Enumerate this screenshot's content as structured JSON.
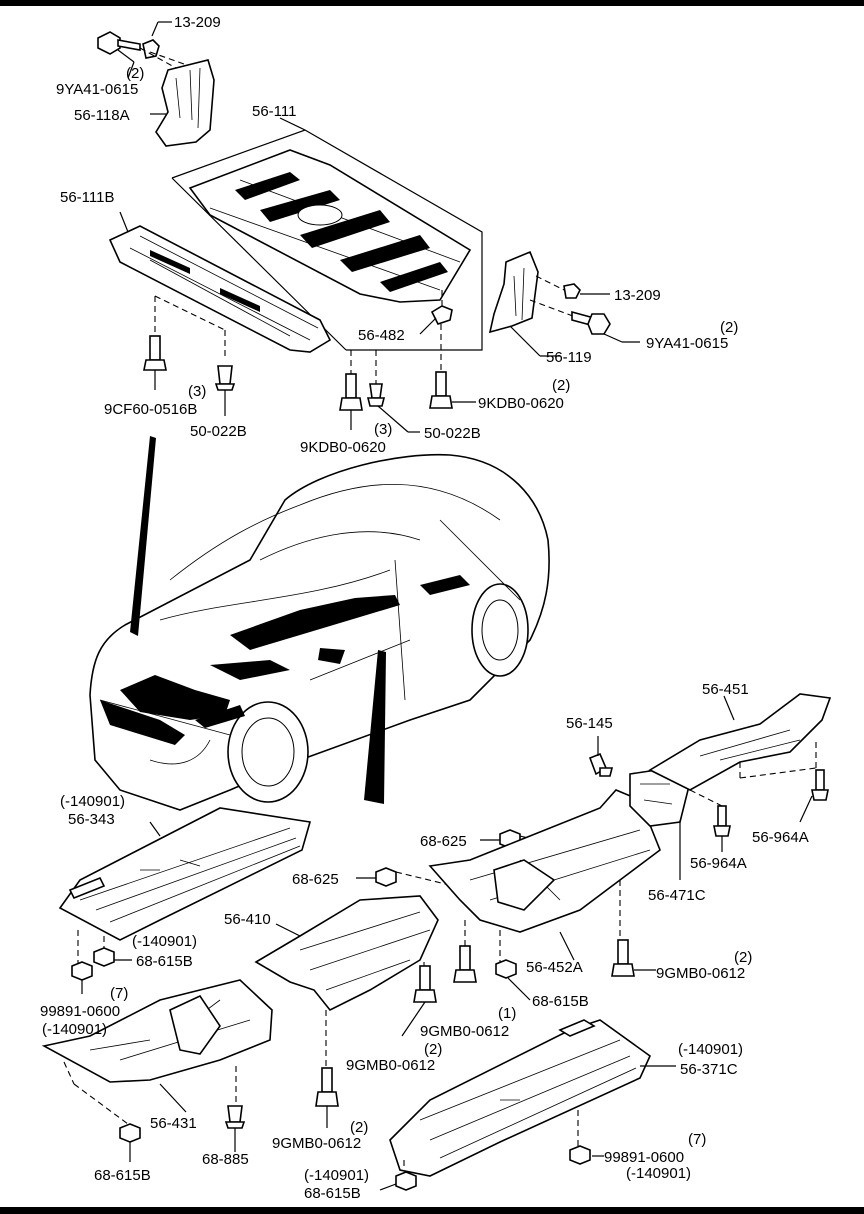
{
  "labels": {
    "c13_209_a": "13-209",
    "c9ya41_qty_a": "(2)",
    "c9ya41_a": "9YA41-0615",
    "c56_118a": "56-118A",
    "c56_111": "56-111",
    "c56_111b": "56-111B",
    "c56_482": "56-482",
    "c13_209_b": "13-209",
    "c9ya41_qty_b": "(2)",
    "c9ya41_b": "9YA41-0615",
    "c56_119": "56-119",
    "c9cf60_qty": "(3)",
    "c9cf60": "9CF60-0516B",
    "c50_022b_a": "50-022B",
    "c9kdb0_qty_b": "(2)",
    "c9kdb0_b": "9KDB0-0620",
    "c50_022b_b": "50-022B",
    "c9kdb0_qty_a": "(3)",
    "c9kdb0_a": "9KDB0-0620",
    "c56_451": "56-451",
    "c56_145": "56-145",
    "c140901_a": "(-140901)",
    "c56_343": "56-343",
    "c68_625_a": "68-625",
    "c68_625_b": "68-625",
    "c56_964a_a": "56-964A",
    "c56_964a_b": "56-964A",
    "c56_471c": "56-471C",
    "c56_410": "56-410",
    "c140901_b": "(-140901)",
    "c68_615b_a": "68-615B",
    "c99891_qty_a": "(7)",
    "c99891_a": "99891-0600",
    "c140901_c": "(-140901)",
    "c56_452a": "56-452A",
    "c9gmb0_qty_a": "(2)",
    "c9gmb0_a": "9GMB0-0612",
    "c68_615b_b": "68-615B",
    "c9gmb0_qty_b": "(1)",
    "c9gmb0_b": "9GMB0-0612",
    "c9gmb0_qty_c": "(2)",
    "c9gmb0_c": "9GMB0-0612",
    "c140901_d": "(-140901)",
    "c56_371c": "56-371C",
    "c56_431": "56-431",
    "c9gmb0_qty_d": "(2)",
    "c9gmb0_d": "9GMB0-0612",
    "c99891_qty_b": "(7)",
    "c99891_b": "99891-0600",
    "c140901_e": "(-140901)",
    "c68_615b_c": "68-615B",
    "c68_885": "68-885",
    "c140901_f": "(-140901)",
    "c68_615b_d": "68-615B"
  }
}
